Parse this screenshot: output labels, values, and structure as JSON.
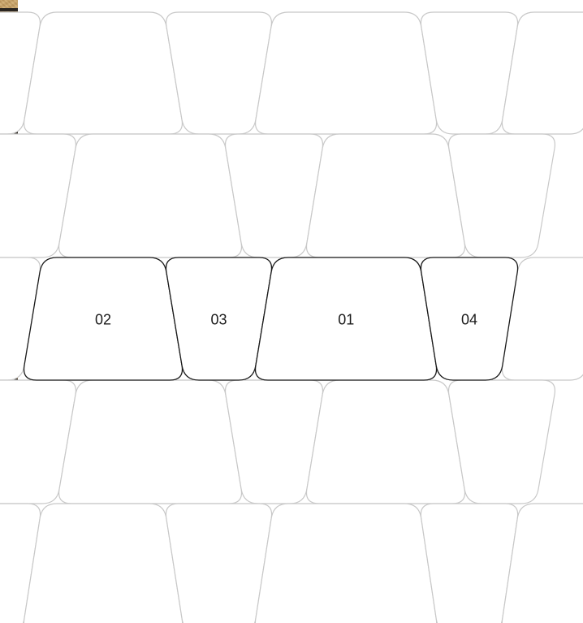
{
  "board": {
    "selected_row_labels": [
      "02",
      "03",
      "01",
      "04"
    ]
  },
  "colors": {
    "tile_stroke": "#c8c8c8",
    "selected_stroke": "#1a1a1a",
    "sidebar": "#c9a46a",
    "brick_line": "#2b2620"
  }
}
